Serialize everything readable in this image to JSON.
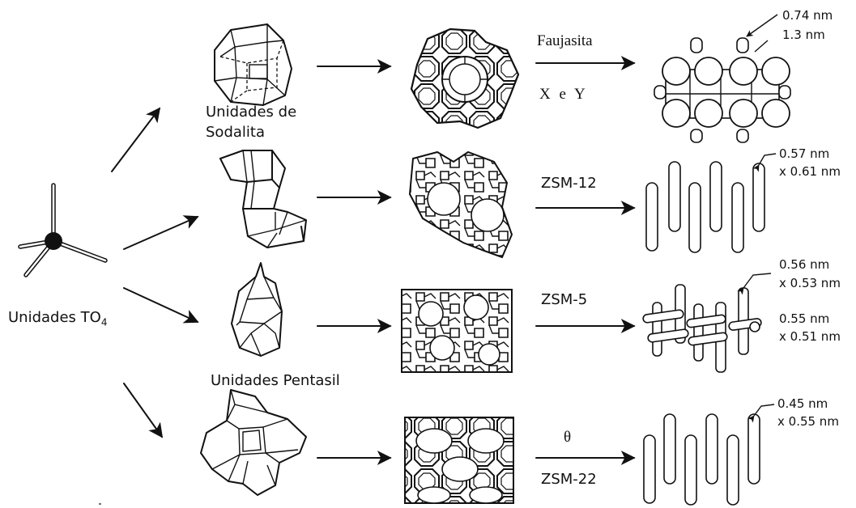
{
  "labels": {
    "to4_prefix": "Unidades TO",
    "to4_sub": "4",
    "sodalita_line1": "Unidades de",
    "sodalita_line2": "Sodalita",
    "pentasil": "Unidades Pentasil",
    "faujasita": "Faujasita",
    "x_e_y": "X e Y",
    "zsm12": "ZSM-12",
    "zsm5": "ZSM-5",
    "theta": "θ",
    "zsm22": "ZSM-22"
  },
  "dimensions": {
    "faujasita_a": "0.74 nm",
    "faujasita_b": "1.3 nm",
    "zsm12_a": "0.57 nm",
    "zsm12_b": "x 0.61 nm",
    "zsm5_a": "0.56 nm",
    "zsm5_b": "x 0.53 nm",
    "zsm5_c": "0.55 nm",
    "zsm5_d": "x 0.51 nm",
    "zsm22_a": "0.45 nm",
    "zsm22_b": "x 0.55 nm"
  },
  "colors": {
    "ink": "#111111",
    "background": "#ffffff"
  }
}
